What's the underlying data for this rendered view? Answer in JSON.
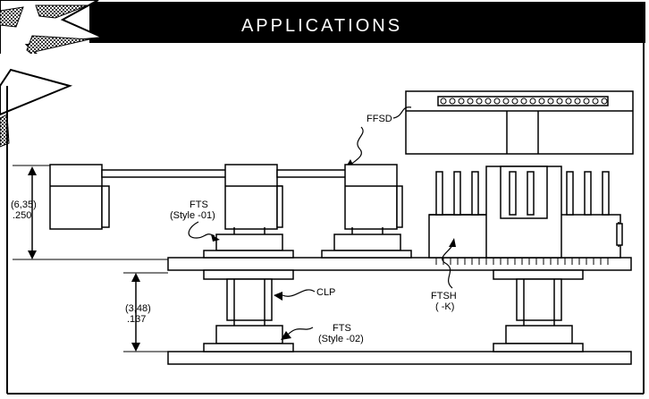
{
  "banner": {
    "title": "APPLICATIONS",
    "bg_color": "#000000",
    "text_color": "#ffffff"
  },
  "labels": {
    "ffsd": "FFSD",
    "fts_top_line1": "FTS",
    "fts_top_line2": "(Style -01)",
    "clp": "CLP",
    "ftsh_line1": "FTSH",
    "ftsh_line2": "( -K)",
    "fts_bottom_line1": "FTS",
    "fts_bottom_line2": "(Style -02)"
  },
  "dimensions": {
    "upper_metric": "(6,35)",
    "upper_inch": ".250",
    "lower_metric": "(3,48)",
    "lower_inch": ".137"
  }
}
